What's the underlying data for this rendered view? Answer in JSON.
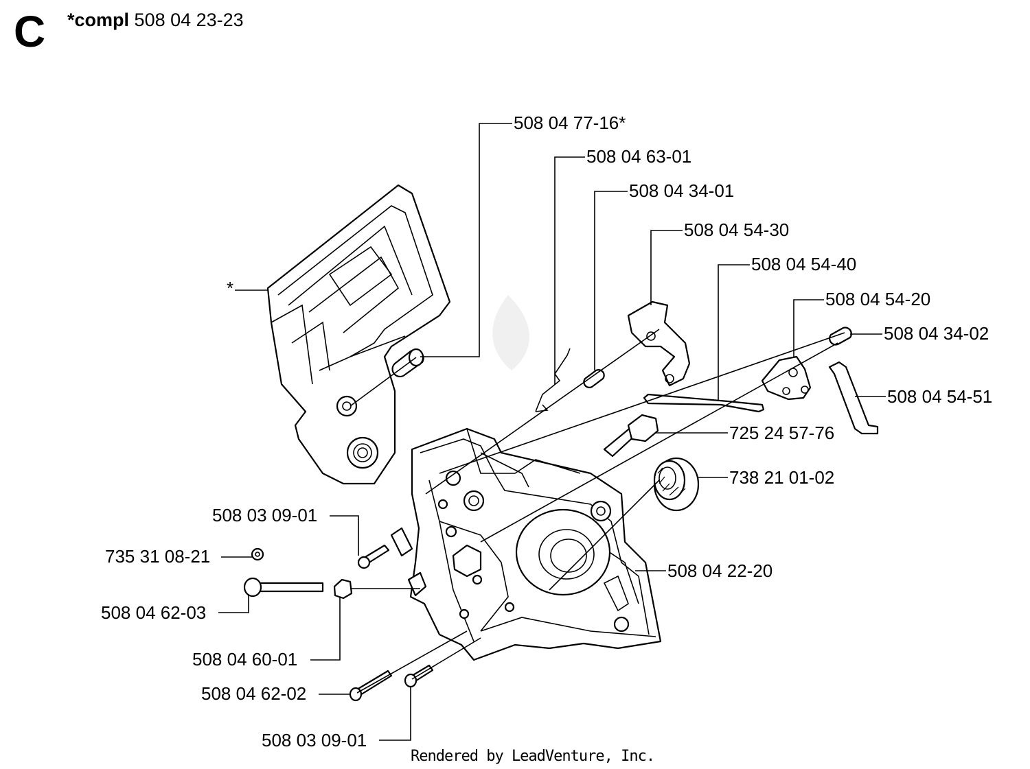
{
  "header": {
    "section_letter": "C",
    "compl_prefix": "*compl",
    "compl_number": "508 04 23-23"
  },
  "labels": {
    "star_marker": "*",
    "p_508_04_77_16": "508 04 77-16*",
    "p_508_04_63_01": "508 04 63-01",
    "p_508_04_34_01": "508 04 34-01",
    "p_508_04_54_30": "508 04 54-30",
    "p_508_04_54_40": "508 04 54-40",
    "p_508_04_54_20": "508 04 54-20",
    "p_508_04_34_02": "508 04 34-02",
    "p_508_04_54_51": "508 04 54-51",
    "p_725_24_57_76": "725 24 57-76",
    "p_738_21_01_02": "738 21 01-02",
    "p_508_03_09_01_a": "508 03 09-01",
    "p_735_31_08_21": "735 31 08-21",
    "p_508_04_62_03": "508 04 62-03",
    "p_508_04_22_20": "508 04 22-20",
    "p_508_04_60_01": "508 04 60-01",
    "p_508_04_62_02": "508 04 62-02",
    "p_508_03_09_01_b": "508 03 09-01"
  },
  "footer": {
    "rendered_by": "Rendered by LeadVenture, Inc."
  }
}
